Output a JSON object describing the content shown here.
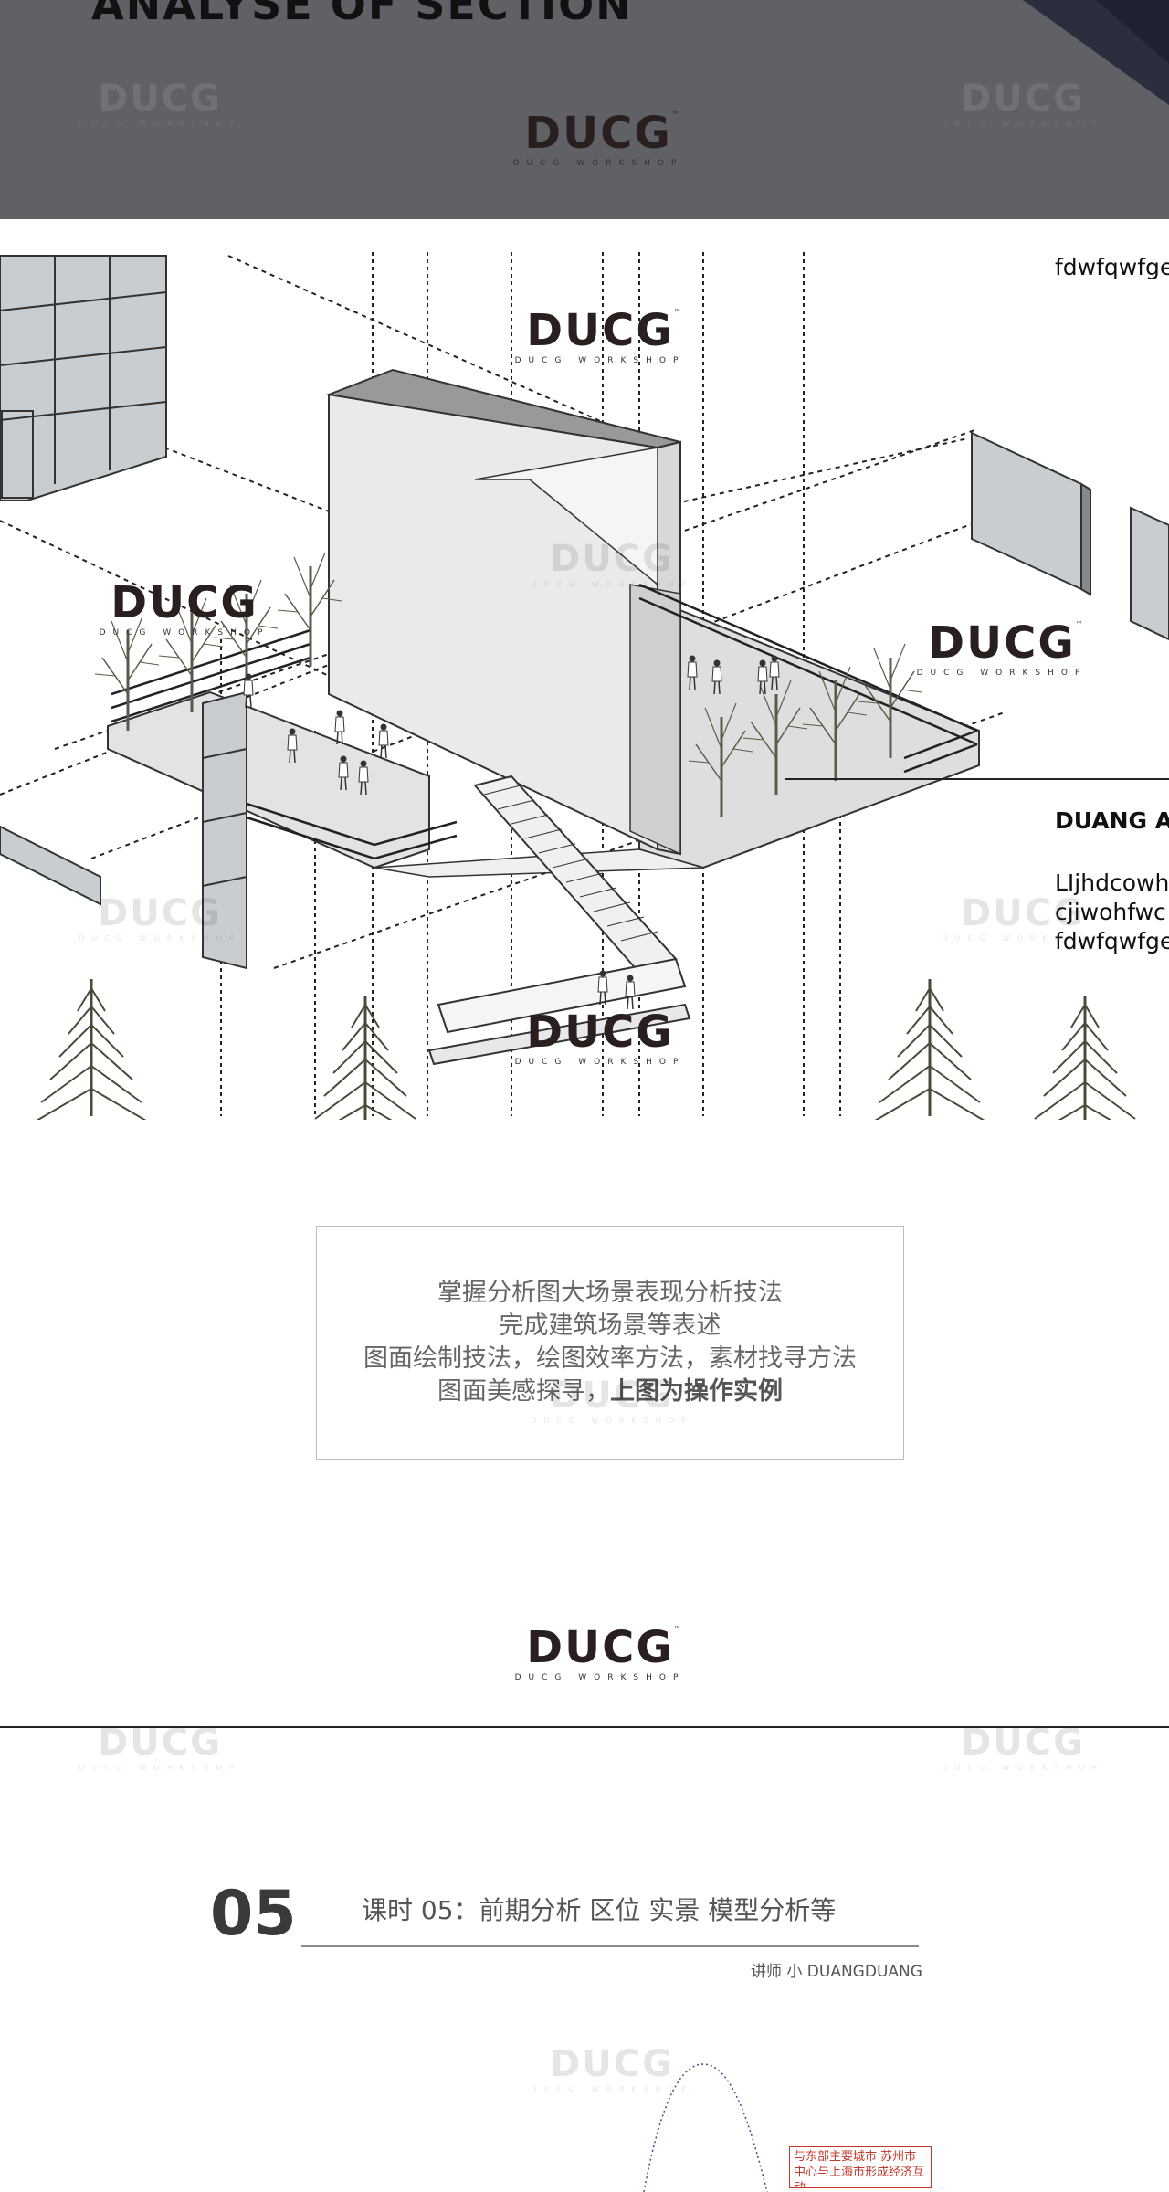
{
  "banner": {
    "title": "ANALYSE OF SECTION"
  },
  "logo": {
    "mark": "DUCG",
    "tm": "™",
    "sub": "DUCG WORKSHOP"
  },
  "side_texts": {
    "line1": "fdwfqwfge",
    "heading": "DUANG A",
    "line2": "LIjhdcowh",
    "line3": "cjiwohfwc",
    "line4": "fdwfqwfge"
  },
  "caption": {
    "line1": "掌握分析图大场景表现分析技法",
    "line2": "完成建筑场景等表述",
    "line3": "图面绘制技法，绘图效率方法，素材找寻方法",
    "line4_prefix": "图面美感探寻，",
    "line4_bold": "上图为操作实例"
  },
  "lesson": {
    "number": "05",
    "title": "课时 05：前期分析  区位 实景 模型分析等",
    "teacher": "讲师 小 DUANGDUANG"
  },
  "map_note": {
    "text": "与东部主要城市 苏州市中心与上海市形成经济互动"
  },
  "colors": {
    "banner_bg": "#5f6166",
    "tree": "#4a4a38",
    "glass": "#c8cdd2",
    "note_red": "#c0392b"
  }
}
